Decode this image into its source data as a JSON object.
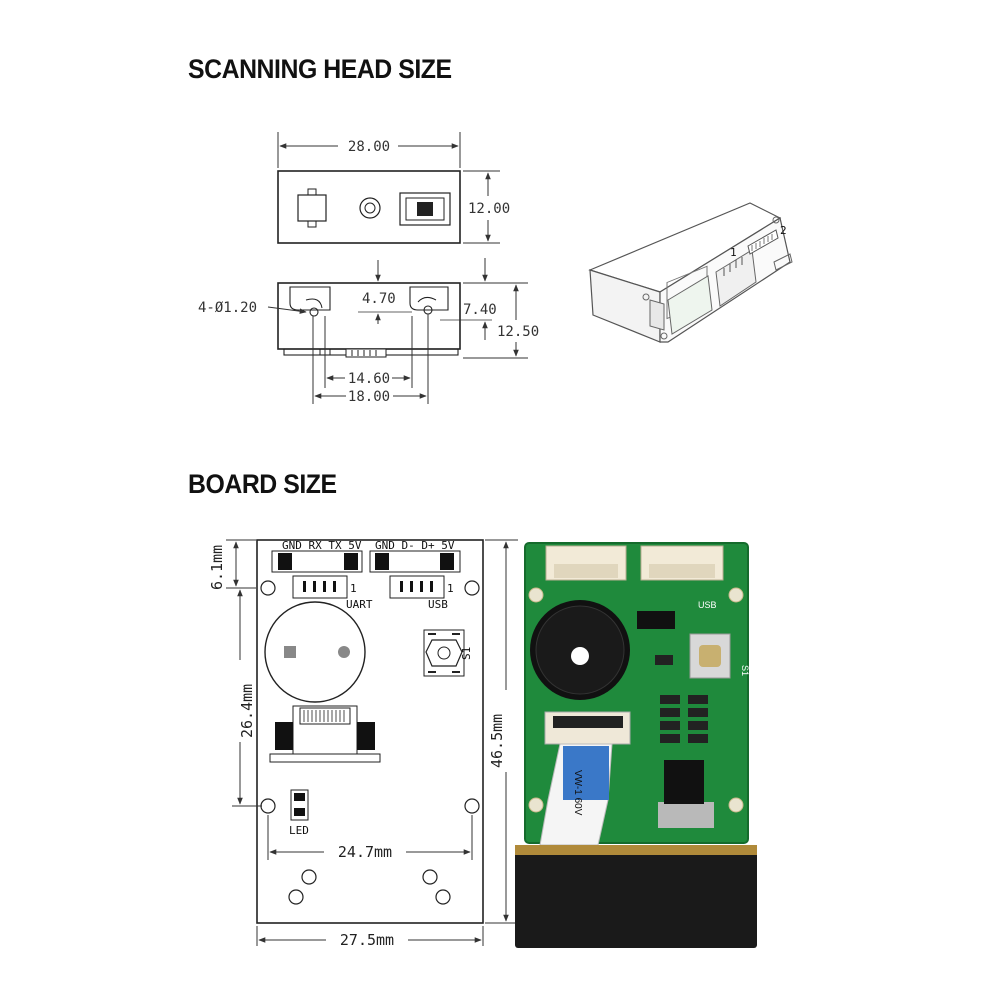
{
  "sections": {
    "head_title": "SCANNING HEAD SIZE",
    "board_title": "BOARD SIZE"
  },
  "head": {
    "width": "28.00",
    "height": "12.00",
    "hole_spec": "4-Ø1.20",
    "offset_4": "4.70",
    "offset_7": "7.40",
    "depth": "12.50",
    "span_inner": "14.60",
    "span_outer": "18.00",
    "connector_pin_a": "1",
    "connector_pin_b": "2"
  },
  "board": {
    "top_margin": "6.1mm",
    "mid_height": "26.4mm",
    "total_height": "46.5mm",
    "hole_span": "24.7mm",
    "total_width": "27.5mm",
    "pins_uart": "GND RX TX 5V",
    "pins_usb": "GND D- D+ 5V",
    "uart_label": "UART",
    "usb_label": "USB",
    "pin_one_a": "1",
    "pin_one_b": "1",
    "switch_label": "S1",
    "led_label": "LED"
  },
  "photo": {
    "usb_silk": "USB",
    "switch_silk": "S1",
    "cable_text": "VW-1 60V"
  },
  "colors": {
    "pcb_green": "#1f8a3c",
    "module_black": "#1a1a1a"
  }
}
